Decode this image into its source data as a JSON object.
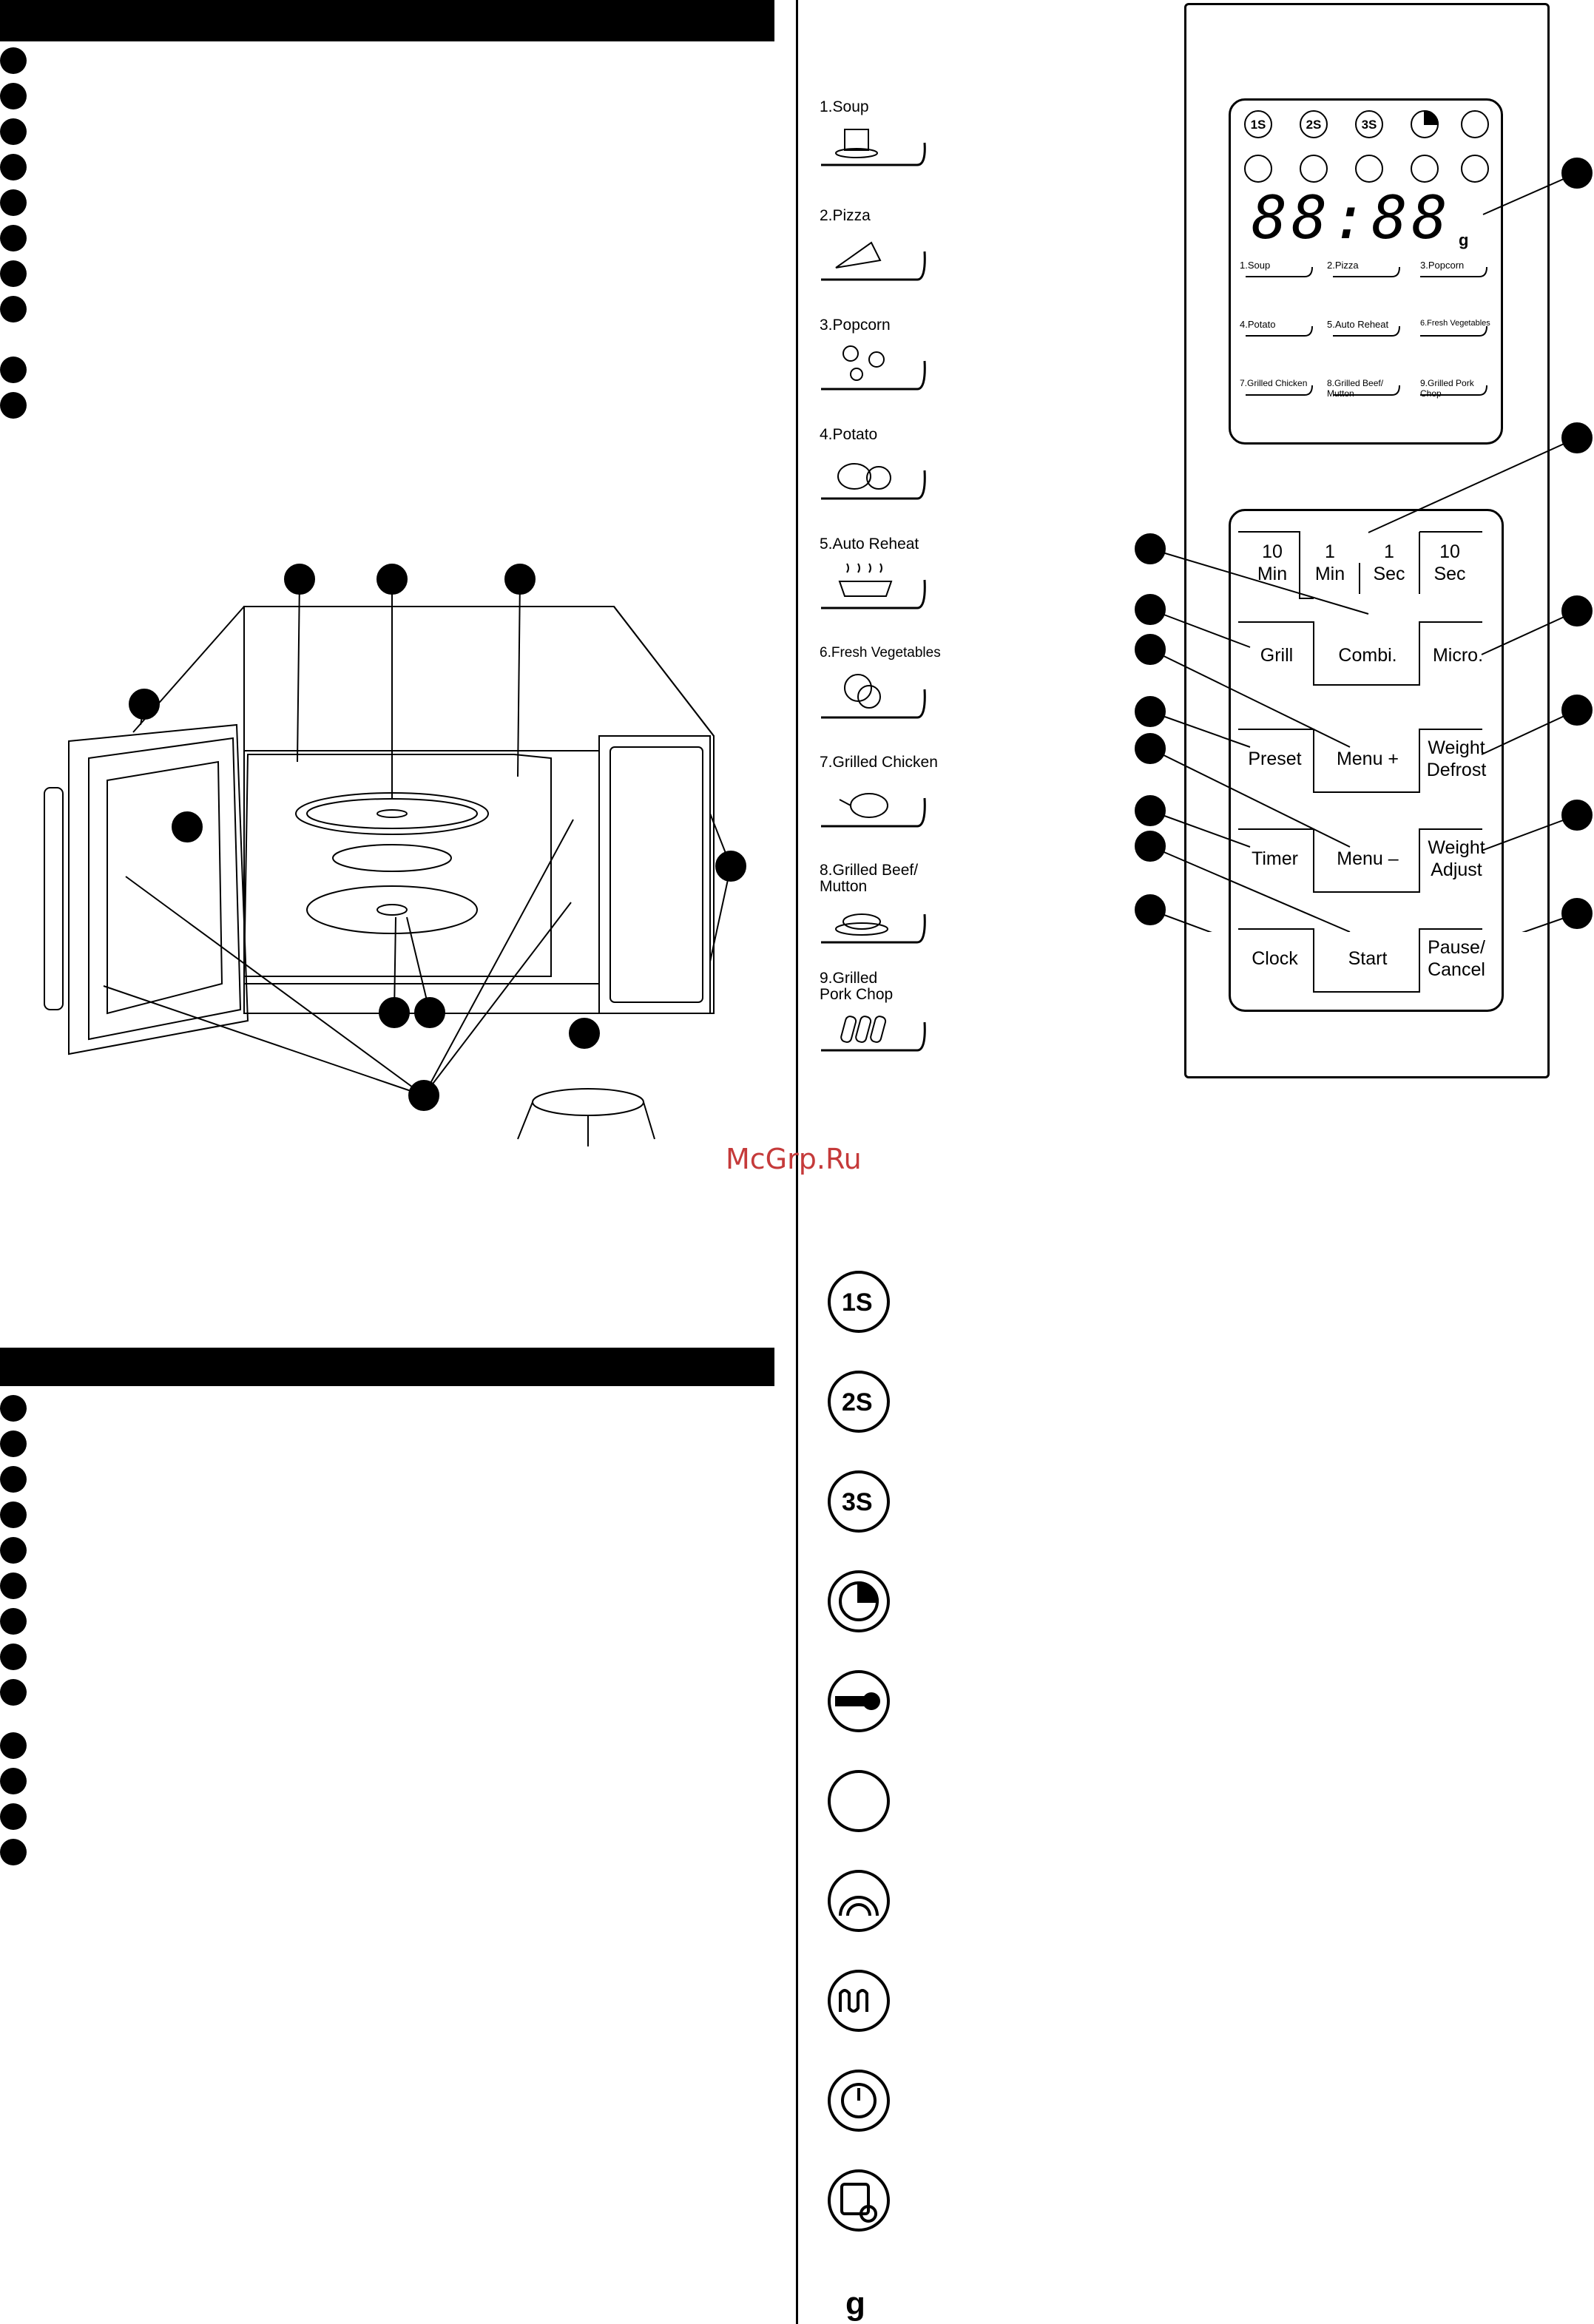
{
  "watermark": "McGrp.Ru",
  "menus": [
    {
      "label": "1.Soup",
      "icon": "soup-icon"
    },
    {
      "label": "2.Pizza",
      "icon": "pizza-icon"
    },
    {
      "label": "3.Popcorn",
      "icon": "popcorn-icon"
    },
    {
      "label": "4.Potato",
      "icon": "potato-icon"
    },
    {
      "label": "5.Auto Reheat",
      "icon": "reheat-icon"
    },
    {
      "label": "6.Fresh Vegetables",
      "icon": "vegetables-icon"
    },
    {
      "label": "7.Grilled Chicken",
      "icon": "chicken-icon"
    },
    {
      "label": "8.Grilled Beef/ Mutton",
      "icon": "beef-icon"
    },
    {
      "label": "9.Grilled Pork Chop",
      "icon": "pork-chop-icon"
    }
  ],
  "lcd": {
    "digits": "88:88",
    "unit": "g",
    "menu_labels": [
      "1.Soup",
      "2.Pizza",
      "3.Popcorn",
      "4.Potato",
      "5.Auto Reheat",
      "6.Fresh Vegetables",
      "7.Grilled Chicken",
      "8.Grilled Beef/ Mutton",
      "9.Grilled Pork Chop"
    ],
    "top_icons": [
      "1S",
      "2S",
      "3S"
    ]
  },
  "keys": {
    "ten_min": [
      "10",
      "Min"
    ],
    "one_min": [
      "1",
      "Min"
    ],
    "one_sec": [
      "1",
      "Sec"
    ],
    "ten_sec": [
      "10",
      "Sec"
    ],
    "grill": "Grill",
    "combi": "Combi.",
    "micro": "Micro.",
    "preset": "Preset",
    "menu_plus": "Menu +",
    "weight_defrost": [
      "Weight",
      "Defrost"
    ],
    "timer": "Timer",
    "menu_minus": "Menu –",
    "weight_adjust": [
      "Weight",
      "Adjust"
    ],
    "clock": "Clock",
    "start": "Start",
    "pause_cancel": [
      "Pause/",
      "Cancel"
    ]
  },
  "legend_icons": [
    {
      "text": "1S",
      "icon": "one-stage-icon"
    },
    {
      "text": "2S",
      "icon": "two-stage-icon"
    },
    {
      "text": "3S",
      "icon": "three-stage-icon"
    },
    {
      "text": "",
      "icon": "timer-pie-icon"
    },
    {
      "text": "",
      "icon": "child-lock-key-icon"
    },
    {
      "text": "",
      "icon": "defrost-icon"
    },
    {
      "text": "",
      "icon": "microwave-wave-icon"
    },
    {
      "text": "",
      "icon": "grill-coil-icon"
    },
    {
      "text": "",
      "icon": "clock-icon"
    },
    {
      "text": "",
      "icon": "preset-clock-icon"
    }
  ],
  "legend_g": "g"
}
